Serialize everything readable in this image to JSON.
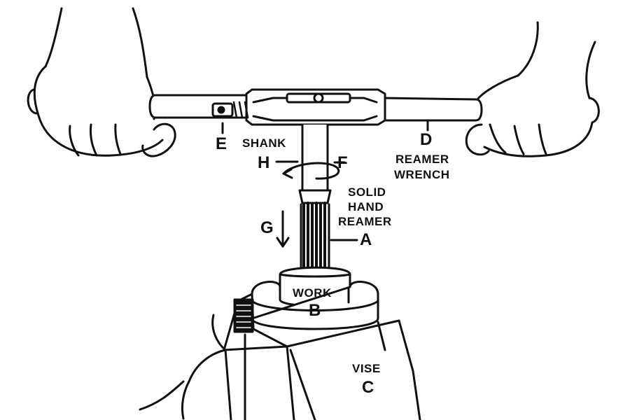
{
  "labels": {
    "shank": "SHANK",
    "e": "E",
    "d": "D",
    "reamer_wrench": [
      "REAMER",
      "WRENCH"
    ],
    "h": "H",
    "f": "F",
    "solid_hand_reamer": [
      "SOLID",
      "HAND",
      "REAMER"
    ],
    "g": "G",
    "a": "A",
    "work": "WORK",
    "b": "B",
    "vise": "VISE",
    "c": "C"
  },
  "colors": {
    "ink": "#111111",
    "paper": "#ffffff"
  }
}
